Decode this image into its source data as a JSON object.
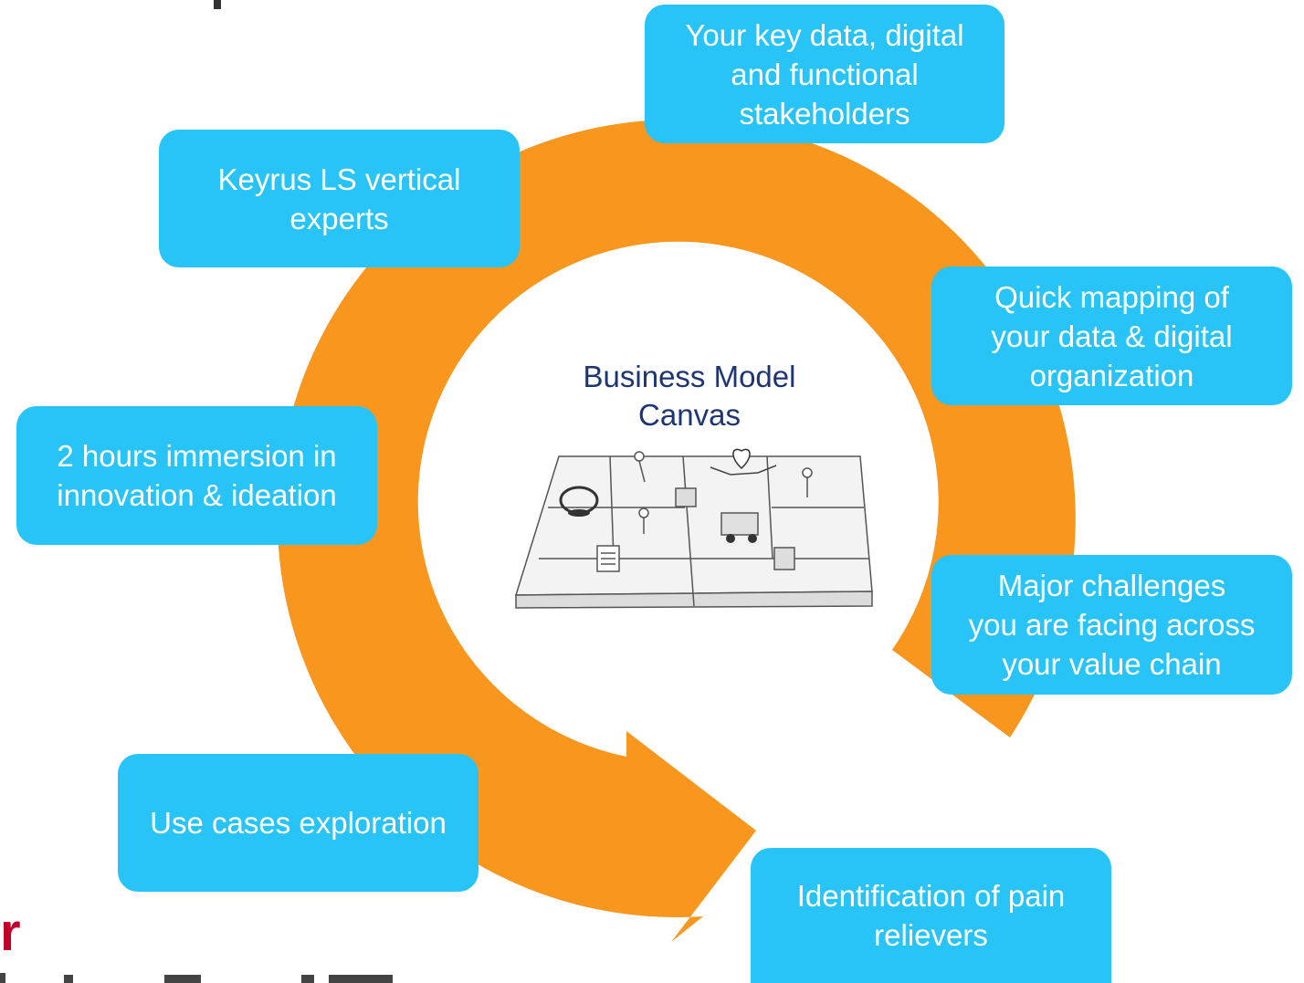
{
  "center": {
    "title": "Business Model\nCanvas",
    "image": "business-model-canvas-sketch"
  },
  "steps": [
    {
      "id": "stakeholders",
      "label": "Your key data, digital\nand functional\nstakeholders"
    },
    {
      "id": "experts",
      "label": "Keyrus LS vertical\nexperts"
    },
    {
      "id": "mapping",
      "label": "Quick mapping of\nyour data & digital\norganization"
    },
    {
      "id": "immersion",
      "label": "2 hours immersion in\ninnovation & ideation"
    },
    {
      "id": "challenges",
      "label": "Major challenges\nyou are facing across\nyour value chain"
    },
    {
      "id": "use-cases",
      "label": "Use cases exploration"
    },
    {
      "id": "pain-relievers",
      "label": "Identification of pain\nrelievers"
    }
  ],
  "fragments": {
    "red_text": "r"
  },
  "colors": {
    "cycle_arrow": "#f8961e",
    "box_fill": "#29c4f7",
    "center_title": "#1d3574",
    "fragment_red": "#c00027"
  }
}
